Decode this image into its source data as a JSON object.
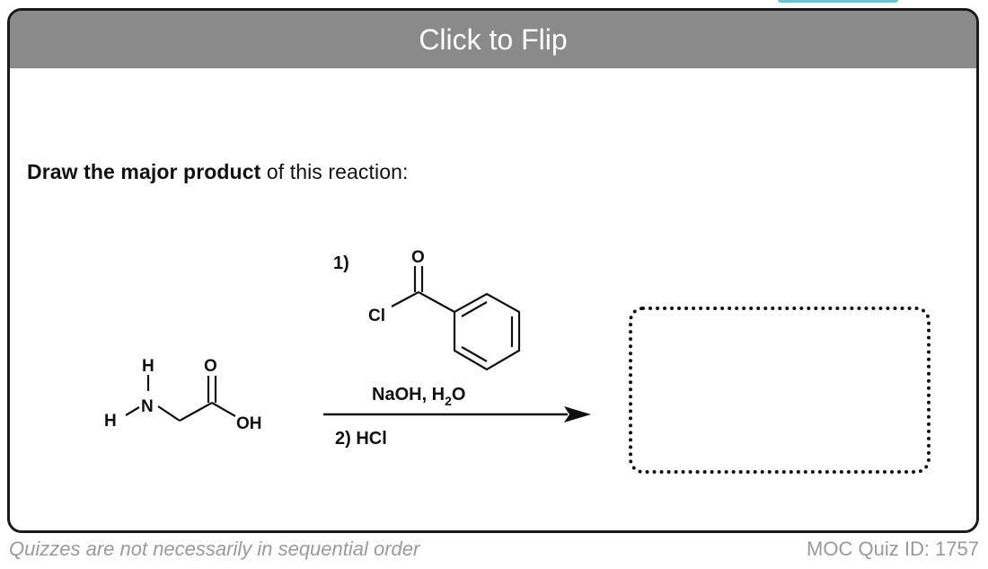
{
  "flip": {
    "label": "Click to Flip"
  },
  "question": {
    "bold": "Draw the major product",
    "rest": " of this reaction:"
  },
  "reactant": {
    "H_top": "H",
    "N": "N",
    "H_left": "H",
    "O": "O",
    "OH": "OH"
  },
  "reagents": {
    "step1": "1)",
    "acyl_O": "O",
    "acyl_Cl": "Cl",
    "conditions_main": "NaOH, H",
    "conditions_sub": "2",
    "conditions_end": "O",
    "step2": "2)  HCl"
  },
  "footer": {
    "left": "Quizzes are not necessarily in sequential order",
    "right": "MOC Quiz ID: 1757"
  },
  "colors": {
    "flip_bar": "#8a8a8a",
    "accent": "#6cc3cf",
    "footer_text": "#9a9a9a"
  }
}
